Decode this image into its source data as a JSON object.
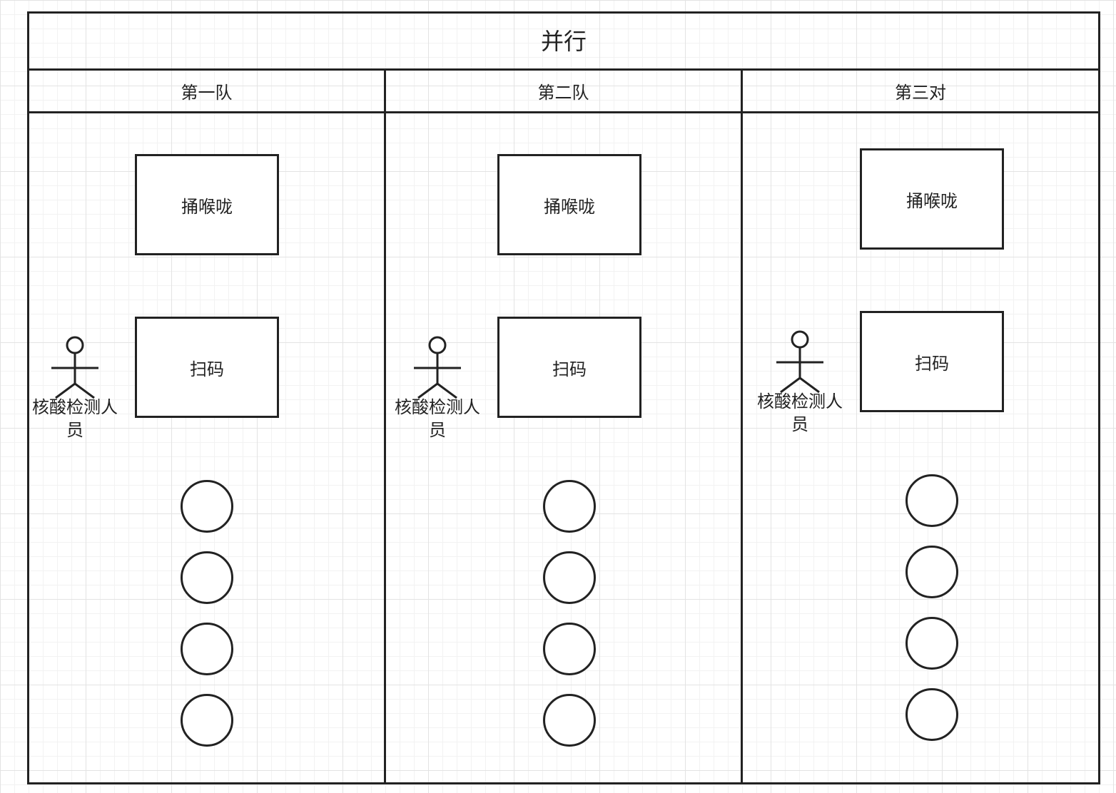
{
  "diagram": {
    "title": "并行",
    "lanes": [
      {
        "header": "第一队",
        "box_top": "捅喉咙",
        "box_bottom": "扫码",
        "actor_label": "核酸检测人员"
      },
      {
        "header": "第二队",
        "box_top": "捅喉咙",
        "box_bottom": "扫码",
        "actor_label": "核酸检测人员"
      },
      {
        "header": "第三对",
        "box_top": "捅喉咙",
        "box_bottom": "扫码",
        "actor_label": "核酸检测人员"
      }
    ]
  }
}
